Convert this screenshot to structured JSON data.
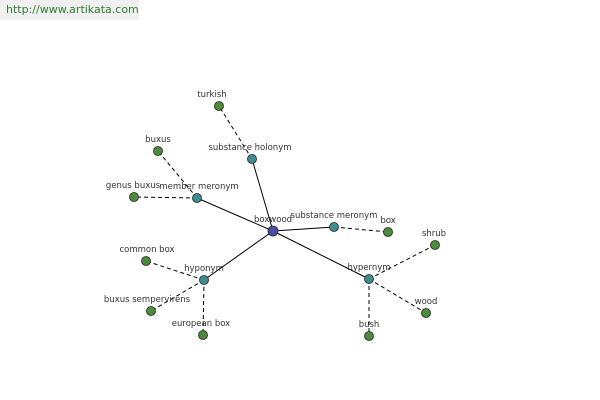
{
  "banner": {
    "url_text": "http://www.artikata.com"
  },
  "colors": {
    "center": "#4a4ea8",
    "relation": "#3f8c92",
    "leaf": "#4b8c3b"
  },
  "graph": {
    "nodes": [
      {
        "id": "boxwood",
        "label": "boxwood",
        "kind": "center"
      },
      {
        "id": "substance-holonym",
        "label": "substance holonym",
        "kind": "relation"
      },
      {
        "id": "member-meronym",
        "label": "member meronym",
        "kind": "relation"
      },
      {
        "id": "substance-meronym",
        "label": "substance meronym",
        "kind": "relation"
      },
      {
        "id": "hyponym",
        "label": "hyponym",
        "kind": "relation"
      },
      {
        "id": "hypernym",
        "label": "hypernym",
        "kind": "relation"
      },
      {
        "id": "turkish",
        "label": "turkish",
        "kind": "leaf"
      },
      {
        "id": "buxus",
        "label": "buxus",
        "kind": "leaf"
      },
      {
        "id": "genus-buxus",
        "label": "genus buxus",
        "kind": "leaf"
      },
      {
        "id": "box",
        "label": "box",
        "kind": "leaf"
      },
      {
        "id": "common-box",
        "label": "common box",
        "kind": "leaf"
      },
      {
        "id": "buxus-sempervirens",
        "label": "buxus sempervirens",
        "kind": "leaf"
      },
      {
        "id": "european-box",
        "label": "european box",
        "kind": "leaf"
      },
      {
        "id": "shrub",
        "label": "shrub",
        "kind": "leaf"
      },
      {
        "id": "wood",
        "label": "wood",
        "kind": "leaf"
      },
      {
        "id": "bush",
        "label": "bush",
        "kind": "leaf"
      }
    ],
    "edges": [
      {
        "from": "boxwood",
        "to": "substance-holonym",
        "style": "solid"
      },
      {
        "from": "boxwood",
        "to": "member-meronym",
        "style": "solid"
      },
      {
        "from": "boxwood",
        "to": "substance-meronym",
        "style": "solid"
      },
      {
        "from": "boxwood",
        "to": "hyponym",
        "style": "solid"
      },
      {
        "from": "boxwood",
        "to": "hypernym",
        "style": "solid"
      },
      {
        "from": "substance-holonym",
        "to": "turkish",
        "style": "dashed"
      },
      {
        "from": "member-meronym",
        "to": "buxus",
        "style": "dashed"
      },
      {
        "from": "member-meronym",
        "to": "genus-buxus",
        "style": "dashed"
      },
      {
        "from": "substance-meronym",
        "to": "box",
        "style": "dashed"
      },
      {
        "from": "hyponym",
        "to": "common-box",
        "style": "dashed"
      },
      {
        "from": "hyponym",
        "to": "buxus-sempervirens",
        "style": "dashed"
      },
      {
        "from": "hyponym",
        "to": "european-box",
        "style": "dashed"
      },
      {
        "from": "hypernym",
        "to": "shrub",
        "style": "dashed"
      },
      {
        "from": "hypernym",
        "to": "wood",
        "style": "dashed"
      },
      {
        "from": "hypernym",
        "to": "bush",
        "style": "dashed"
      }
    ]
  }
}
